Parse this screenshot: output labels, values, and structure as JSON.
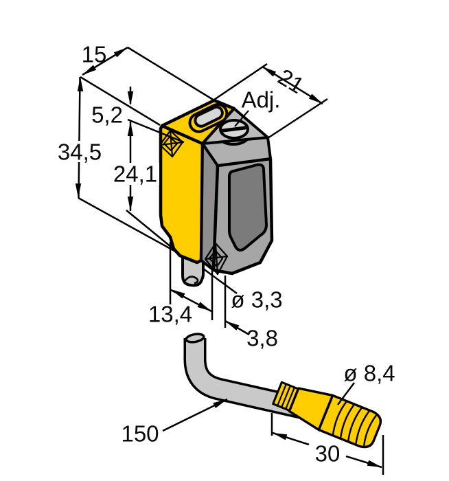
{
  "labels": {
    "width_top": "15",
    "depth_top": "21",
    "height_overall": "34,5",
    "hole_offset_top": "5,2",
    "hole_to_bottom": "24,1",
    "adjustment": "Adj.",
    "hole_diameter": "ø 3,3",
    "bottom_width": "13,4",
    "hole_edge_offset": "3,8",
    "cable_length": "150",
    "connector_diameter": "ø 8,4",
    "connector_length": "30"
  },
  "colors": {
    "housing_yellow": "#ffce00",
    "housing_grey_top": "#bcbcbc",
    "housing_grey_chamfer": "#b0b0b0",
    "housing_grey_front": "#a6a6a6",
    "housing_grey_side": "#8e8e8e",
    "window_grey": "#7b7b7b",
    "cable_grey": "#c9c9c9",
    "screw_grey": "#d7d7d7",
    "line_black": "#000000",
    "background": "#ffffff"
  }
}
